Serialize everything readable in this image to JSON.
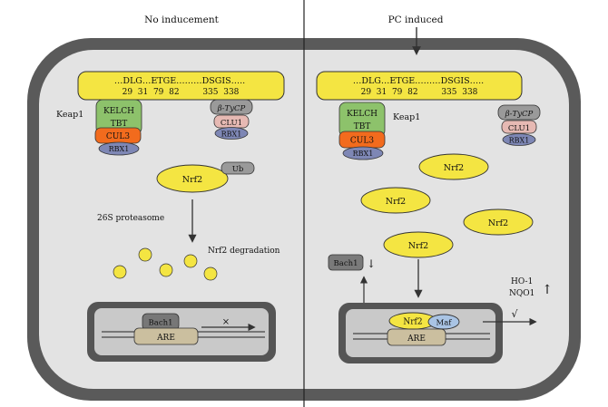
{
  "panels": {
    "left_title": "No inducement",
    "right_title": "PC induced"
  },
  "keap1": {
    "sequence": "…DLG…ETGE………DSGIS…..",
    "positions": "29  31  79  82         335  338",
    "label": "Keap1",
    "kelch": "KELCH",
    "tbt": "TBT",
    "cul3": "CUL3",
    "rbx1": "RBX1"
  },
  "btrcp": {
    "label": "β-TyCP",
    "clu1": "CLU1",
    "rbx1": "RBX1"
  },
  "left": {
    "nrf2": "Nrf2",
    "ub": "Ub",
    "proteasome": "26S proteasome",
    "degradation": "Nrf2 degradation",
    "bach1": "Bach1",
    "are": "ARE",
    "blocked": "×"
  },
  "right": {
    "nrf2": "Nrf2",
    "bach1": "Bach1",
    "bach1_arrow": "↓",
    "ho1": "HO-1",
    "nqo1": "NQO1",
    "up_arrow": "↑",
    "nucleus_nrf2": "Nrf2",
    "maf": "Maf",
    "are": "ARE",
    "active": "√"
  },
  "colors": {
    "cell_border": "#555555",
    "cytoplasm": "#e3e3e3",
    "yellow": "#f4e542",
    "kelch_green": "#8dc26b",
    "cul3_orange": "#f26b1d",
    "rbx1_blue": "#7e87b5",
    "clu1_pink": "#e6b9b3",
    "ub_gray": "#9a9a9a",
    "nucleus": "#c9c9c9",
    "are_tan": "#cbbf9f"
  }
}
